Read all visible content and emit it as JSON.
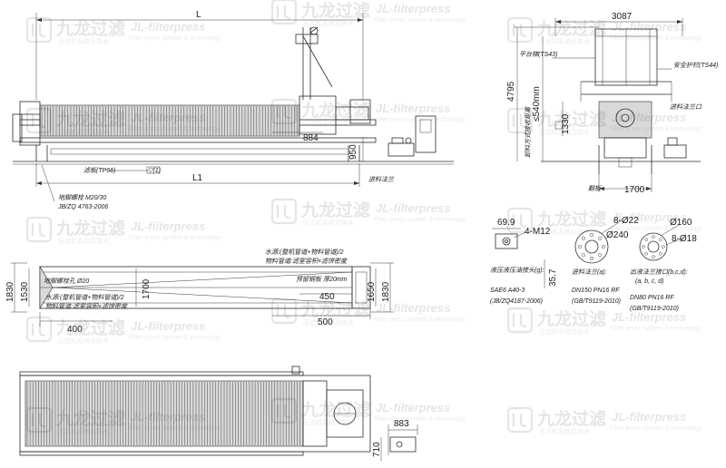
{
  "watermark": {
    "cn": "九龙过滤",
    "en": "JL-filterpress",
    "cn_sub": "压滤机系统及技术",
    "en_sub": "Filter press system & technology"
  },
  "front_view": {
    "dim_top": "L",
    "dim_bottom": "L1",
    "dim_884": "884",
    "dim_950": "950",
    "pipe_note": "进料法兰",
    "plate_note": "滤板(TP66)",
    "bolt_note_1": "地脚螺栓 M20/30",
    "bolt_note_2": "JB/ZQ 4763-2006",
    "mark_tri": "▽(1)"
  },
  "side_view": {
    "dim_3087": "3087",
    "dim_4795": "4795",
    "dim_540": "≤540mm",
    "dim_1330": "1330",
    "dim_1700": "1700",
    "ts43": "平台梯(TS43)",
    "ts44": "安全护栏(TS44)",
    "cn_right": "进料法兰口",
    "cn_vertical": "卸料方式接收距离",
    "cn_bottom": "翻板"
  },
  "plan_view": {
    "dim_1830_left": "1830",
    "dim_1530": "1530",
    "dim_1700": "1700",
    "dim_400": "400",
    "dim_450": "450",
    "dim_500": "500",
    "dim_1650": "1650",
    "dim_1830_right": "1830",
    "note_bolt": "地脚螺栓孔 Ø20",
    "note_left_1": "水源:(整机管道+物料管道)/2",
    "note_left_2": "物料管道:滤室容积×滤饼密度",
    "note_right_1": "水源:(整机管道+物料管道)/2",
    "note_right_2": "物料管道:滤室容积×滤饼密度",
    "note_right_3": "预留钢板 厚20mm"
  },
  "details": {
    "d1_69": "69.9",
    "d1_m12": "4-M12",
    "d1_35": "35.7",
    "d1_title": "液压液压油接头(g):",
    "d1_std_1": "SAE6 A40-3",
    "d1_std_2": "(JB/ZQ4187-2006)",
    "d2_22": "8-Ø22",
    "d2_240": "Ø240",
    "d2_title": "进料法兰(a):",
    "d2_std_1": "DN150 PN16 RF",
    "d2_std_2": "(GB/T9119-2010)",
    "d3_160": "Ø160",
    "d3_18": "8-Ø18",
    "d3_title": "出液法兰接口(b,c,d):",
    "d3_sub": "(a, b, c, d)",
    "d3_std_1": "DN80 PN16 RF",
    "d3_std_2": "(GB/T9119-2010)"
  },
  "bottom_view": {
    "dim_883": "883",
    "dim_710": "710"
  }
}
